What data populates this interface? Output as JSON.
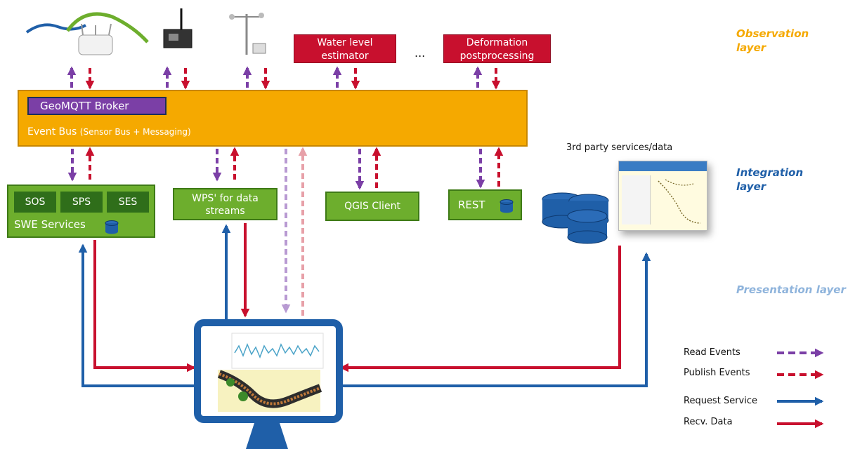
{
  "observation": {
    "water_level_label": "Water level estimator",
    "ellipsis": "...",
    "deformation_label": "Deformation postprocessing"
  },
  "bus": {
    "broker_label": "GeoMQTT Broker",
    "event_bus_label": "Event Bus",
    "event_bus_sub": "(Sensor Bus + Messaging)"
  },
  "integration": {
    "swe": {
      "sos": "SOS",
      "sps": "SPS",
      "ses": "SES",
      "label": "SWE Services"
    },
    "wps_label": "WPS' for data streams",
    "qgis_label": "QGIS Client",
    "rest_label": "REST",
    "third_party_label": "3rd party services/data"
  },
  "layers": {
    "observation": "Observation layer",
    "integration": "Integration layer",
    "presentation": "Presentation layer"
  },
  "legend": [
    {
      "label": "Read Events",
      "color": "#7b3fa6",
      "style": "dashed"
    },
    {
      "label": "Publish Events",
      "color": "#c8102e",
      "style": "dashed"
    },
    {
      "label": "Request Service",
      "color": "#1f5fa8",
      "style": "solid"
    },
    {
      "label": "Recv. Data",
      "color": "#c8102e",
      "style": "solid"
    }
  ],
  "colors": {
    "bus": "#f5a900",
    "read": "#7b3fa6",
    "publish": "#c8102e",
    "request": "#1f5fa8",
    "observation_label": "#f5a900",
    "integration_label": "#1f5fa8",
    "presentation_label": "#8fb4dc"
  }
}
